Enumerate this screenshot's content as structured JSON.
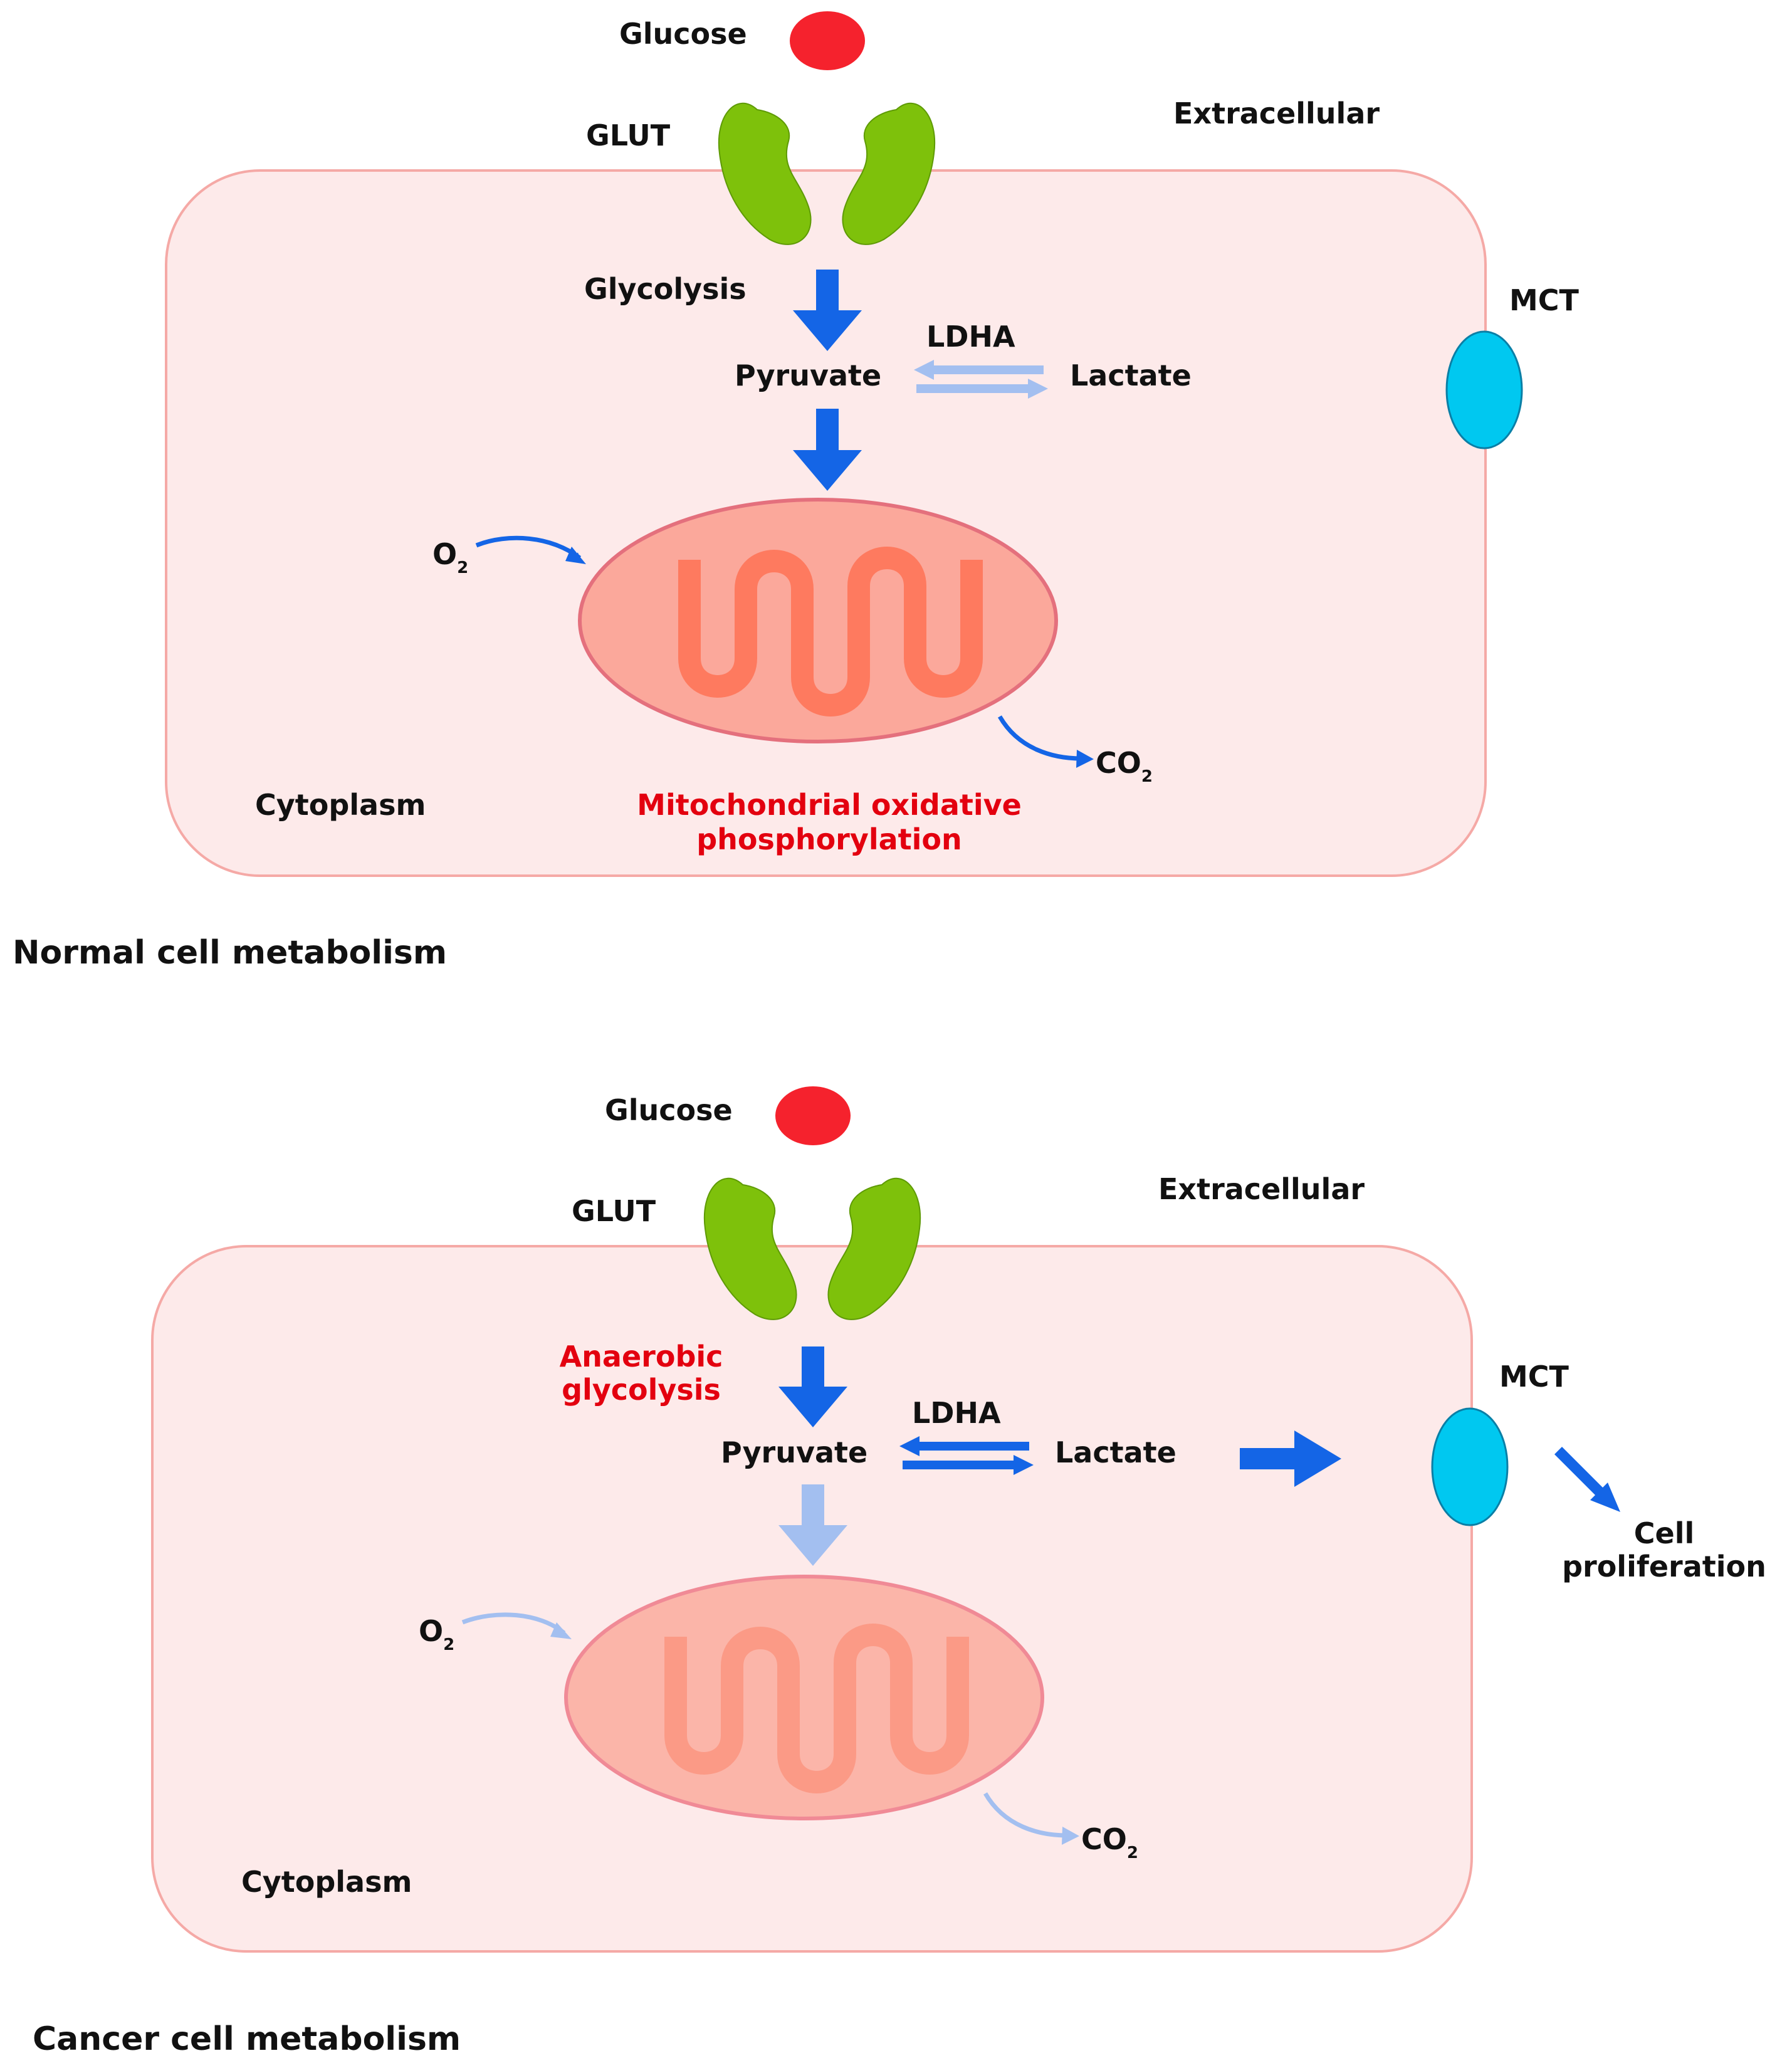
{
  "normal": {
    "glucose": "Glucose",
    "glut": "GLUT",
    "extracellular": "Extracellular",
    "glycolysis": "Glycolysis",
    "ldha": "LDHA",
    "pyruvate": "Pyruvate",
    "lactate": "Lactate",
    "mct": "MCT",
    "o2_main": "O",
    "o2_sub": "2",
    "co2_main": "CO",
    "co2_sub": "2",
    "cytoplasm": "Cytoplasm",
    "oxphos_line1": "Mitochondrial oxidative",
    "oxphos_line2": "phosphorylation",
    "caption": "Normal cell metabolism"
  },
  "cancer": {
    "glucose": "Glucose",
    "glut": "GLUT",
    "extracellular": "Extracellular",
    "glycolysis_line1": "Anaerobic",
    "glycolysis_line2": "glycolysis",
    "ldha": "LDHA",
    "pyruvate": "Pyruvate",
    "lactate": "Lactate",
    "mct": "MCT",
    "proliferation_line1": "Cell",
    "proliferation_line2": "proliferation",
    "o2_main": "O",
    "o2_sub": "2",
    "co2_main": "CO",
    "co2_sub": "2",
    "cytoplasm": "Cytoplasm",
    "caption": "Cancer cell metabolism"
  },
  "colors": {
    "cell_fill": "#fdeaea",
    "cell_stroke": "#f5a9a6",
    "glucose": "#f5222d",
    "glut": "#7ec10b",
    "mct": "#00c8f0",
    "arrow_strong": "#1465e6",
    "arrow_faint": "#a3bff0",
    "mito_fill": "#fba89b",
    "cristae": "#fe7a5f",
    "highlight_text": "#e3000f"
  }
}
